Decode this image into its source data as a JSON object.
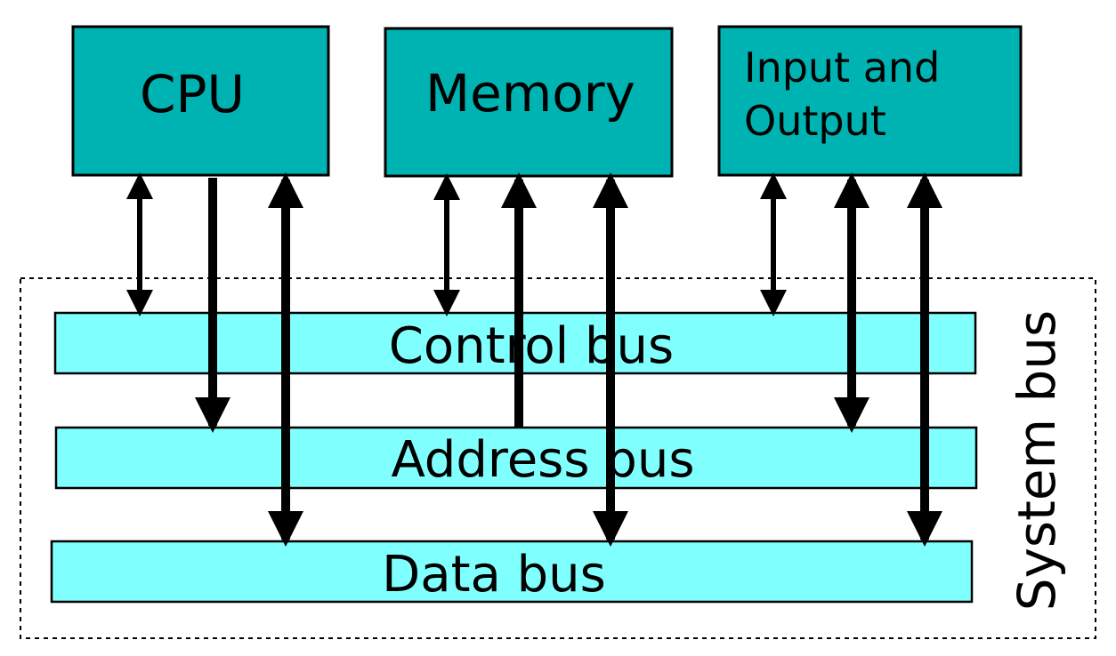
{
  "components": {
    "cpu": "CPU",
    "memory": "Memory",
    "io_line1": "Input and",
    "io_line2": "Output"
  },
  "buses": {
    "control": "Control bus",
    "address": "Address bus",
    "data": "Data bus"
  },
  "group_label": "System bus",
  "colors": {
    "component_fill": "#00b3b3",
    "bus_fill": "#80ffff",
    "arrow": "#000000"
  }
}
